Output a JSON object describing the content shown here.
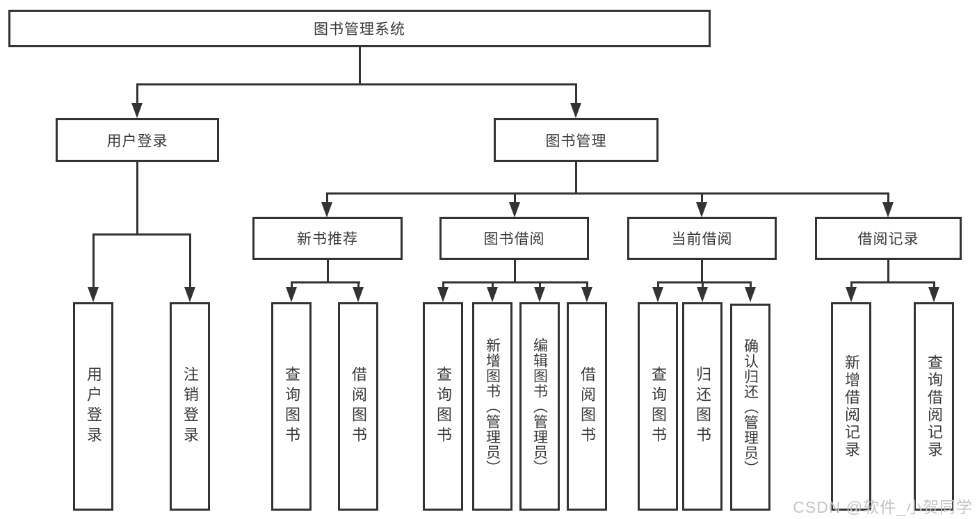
{
  "tree": {
    "root": "图书管理系统",
    "children": [
      {
        "label": "用户登录",
        "children": [
          "用户登录",
          "注销登录"
        ]
      },
      {
        "label": "图书管理",
        "children": [
          {
            "label": "新书推荐",
            "children": [
              "查询图书",
              "借阅图书"
            ]
          },
          {
            "label": "图书借阅",
            "children": [
              "查询图书",
              "新增图书（管理员）",
              "编辑图书（管理员）",
              "借阅图书"
            ]
          },
          {
            "label": "当前借阅",
            "children": [
              "查询图书",
              "归还图书",
              "确认归还（管理员）"
            ]
          },
          {
            "label": "借阅记录",
            "children": [
              "新增借阅记录",
              "查询借阅记录"
            ]
          }
        ]
      }
    ]
  },
  "watermark": "CSDN @软件_小贺同学",
  "colors": {
    "line": "#333333",
    "text": "#3a3a3a",
    "watermark": "#c6c6c6",
    "background": "#ffffff"
  }
}
